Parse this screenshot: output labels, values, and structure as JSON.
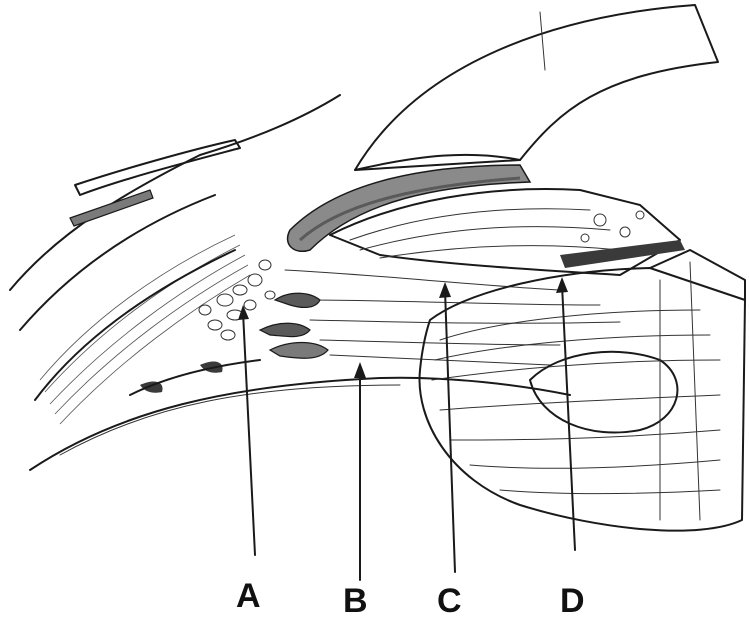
{
  "labels": [
    {
      "id": "A",
      "text": "A"
    },
    {
      "id": "B",
      "text": "B"
    },
    {
      "id": "C",
      "text": "C"
    },
    {
      "id": "D",
      "text": "D"
    }
  ],
  "colors": {
    "ink": "#1a1a1a",
    "shade": "#9a9a9a",
    "dark_shade": "#5a5a5a",
    "paper": "#ffffff"
  }
}
